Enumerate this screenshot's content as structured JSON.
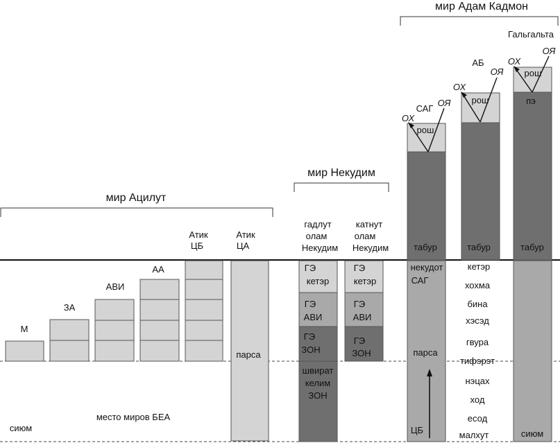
{
  "colors": {
    "light": "#d4d4d4",
    "mid": "#a9a9a9",
    "dark": "#6f6f6f",
    "outline": "#555555",
    "line": "#111111"
  },
  "worlds": {
    "atzilut": "мир Ацилут",
    "nekudim": "мир Некудим",
    "adam_kadmon": "мир Адам Кадмон"
  },
  "atzilut": {
    "m": "М",
    "za": "ЗА",
    "avi": "АВИ",
    "aa": "АА",
    "atik_tsb": [
      "Атик",
      "ЦБ"
    ],
    "atik_tsa": [
      "Атик",
      "ЦА"
    ],
    "parsa": "парса"
  },
  "bea": {
    "place": "место миров БЕА",
    "sium": "сиюм"
  },
  "nekudim": {
    "gadlut": {
      "header": [
        "гадлут",
        "олам",
        "Некудим"
      ],
      "blocks": [
        [
          "ГЭ",
          "кетэр"
        ],
        [
          "ГЭ",
          "АВИ"
        ],
        [
          "ГЭ",
          "ЗОН"
        ],
        [
          "швират",
          "келим",
          "ЗОН"
        ]
      ]
    },
    "katnut": {
      "header": [
        "катнут",
        "олам",
        "Некудим"
      ],
      "blocks": [
        [
          "ГЭ",
          "кетэр"
        ],
        [
          "ГЭ",
          "АВИ"
        ],
        [
          "ГЭ",
          "ЗОН"
        ]
      ]
    }
  },
  "adam_kadmon": {
    "sag": {
      "name": "САГ",
      "ox": "ОХ",
      "oya": "ОЯ",
      "rosh": "рош",
      "tabur": "табур",
      "nekudot": [
        "некудот",
        "САГ"
      ],
      "parsa": "парса",
      "tsb": "ЦБ"
    },
    "ab": {
      "name": "АБ",
      "ox": "ОХ",
      "oya": "ОЯ",
      "rosh": "рош",
      "tabur": "табур",
      "sefirot": [
        "кетэр",
        "хохма",
        "бина",
        "хэсэд",
        "гвура",
        "тифэрэт",
        "нэцах",
        "ход",
        "есод",
        "малхут"
      ]
    },
    "galgalta": {
      "name": "Гальгальта",
      "ox": "ОХ",
      "oya": "ОЯ",
      "rosh": "рош",
      "pe": "пэ",
      "tabur": "табур",
      "sium": "сиюм"
    }
  }
}
